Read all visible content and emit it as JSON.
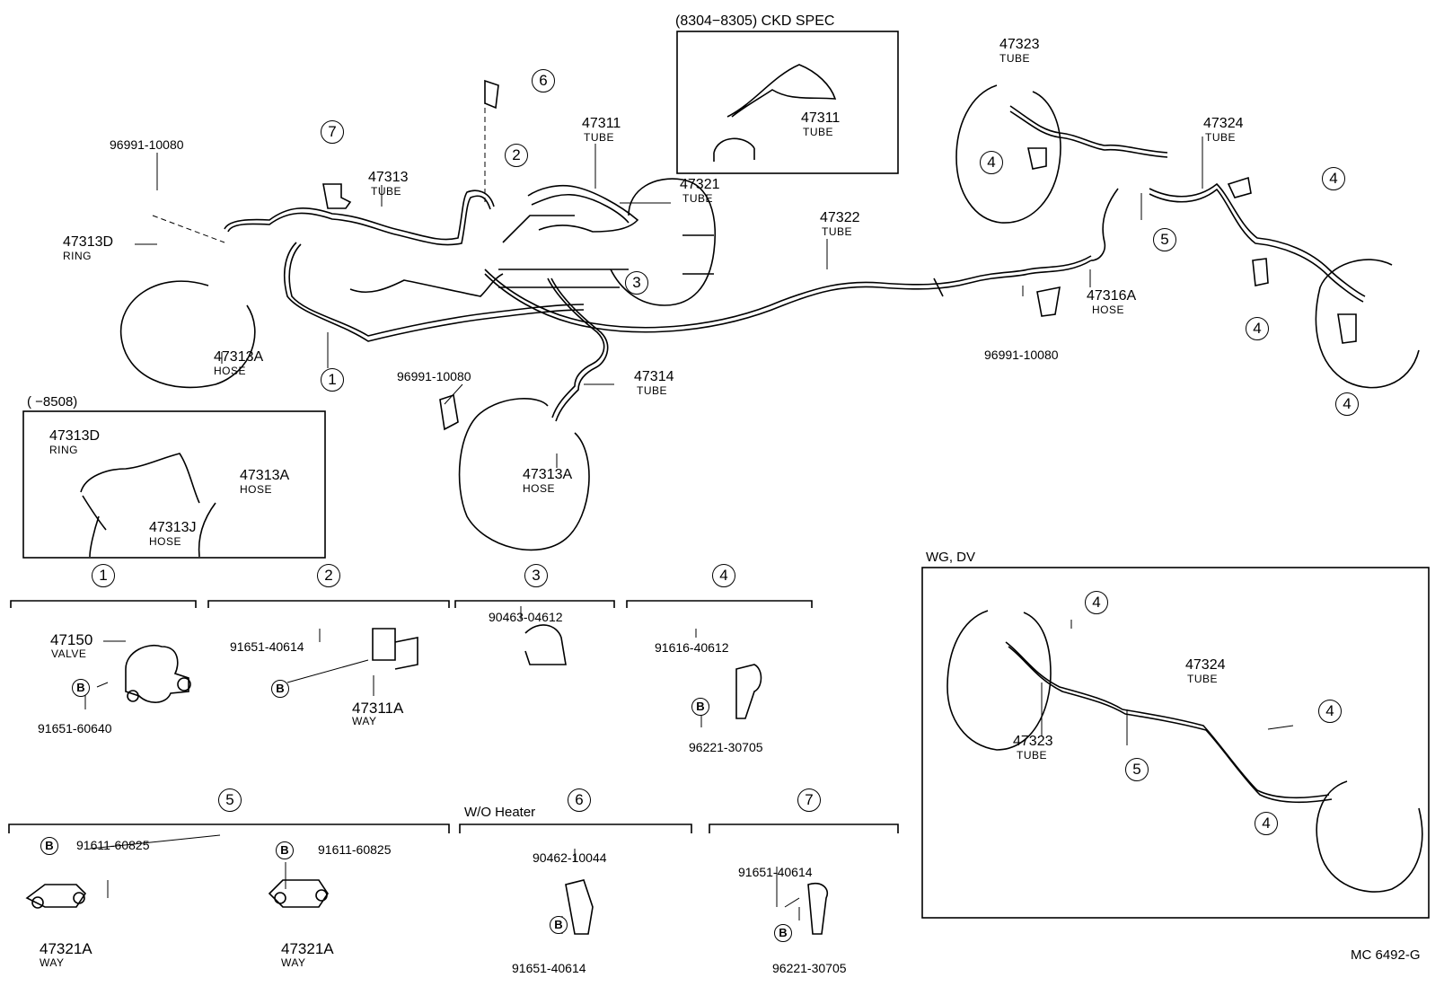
{
  "header": {
    "ckd_spec": "(8304−8305) CKD SPEC",
    "early_box": "(      −8508)",
    "wg_dv": "WG, DV",
    "wo_heater": "W/O Heater",
    "diagram_code": "MC 6492-G"
  },
  "part_numbers": {
    "p47323": "47323",
    "p47324": "47324",
    "p47311": "47311",
    "p47313": "47313",
    "p47321": "47321",
    "p47322": "47322",
    "p47314": "47314",
    "p47316A": "47316A",
    "p47313A": "47313A",
    "p47313D": "47313D",
    "p47313J": "47313J",
    "p96991": "96991-10080",
    "p47150": "47150",
    "p91651_60640": "91651-60640",
    "p91651_40614": "91651-40614",
    "p47311A": "47311A",
    "p90463": "90463-04612",
    "p91616": "91616-40612",
    "p96221": "96221-30705",
    "p91611": "91611-60825",
    "p47321A": "47321A",
    "p90462": "90462-10044"
  },
  "names": {
    "tube": "TUBE",
    "hose": "HOSE",
    "ring": "RING",
    "valve": "VALVE",
    "way": "WAY"
  },
  "refs": {
    "r1": "1",
    "r2": "2",
    "r3": "3",
    "r4": "4",
    "r5": "5",
    "r6": "6",
    "r7": "7",
    "bolt": "B"
  }
}
